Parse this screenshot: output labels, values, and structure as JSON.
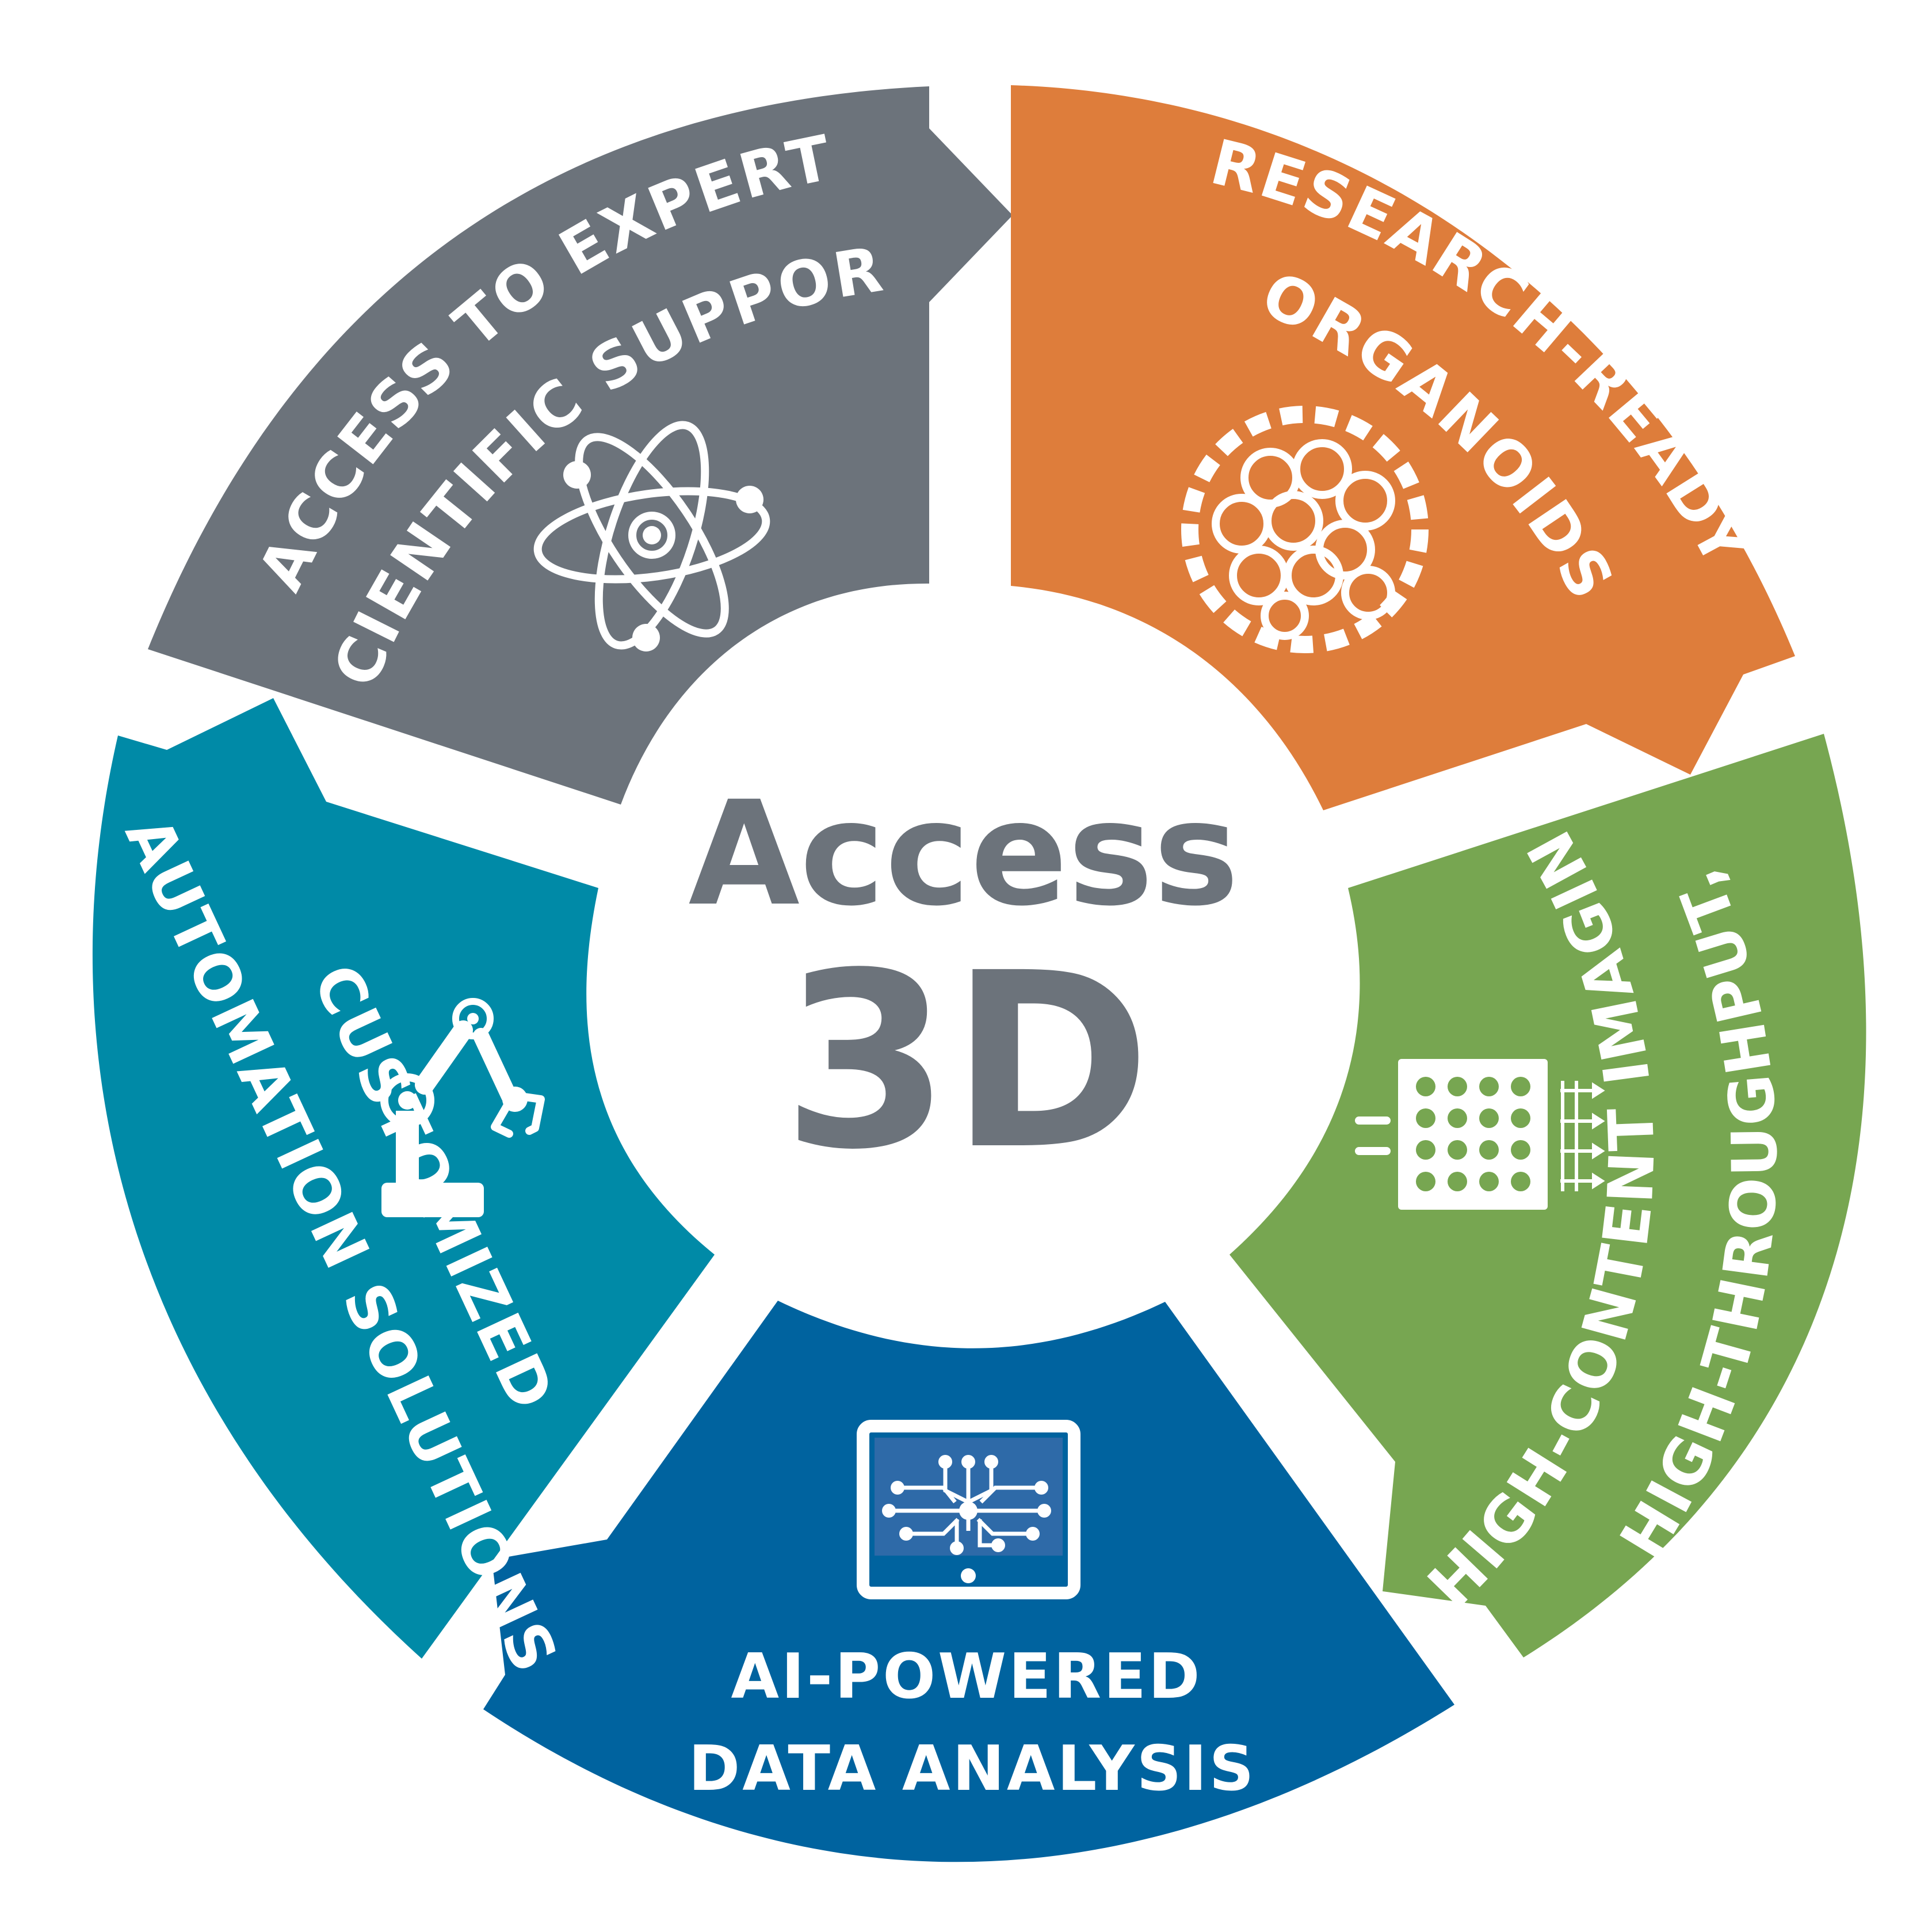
{
  "center": {
    "line1": "Access",
    "line2": "3D",
    "color": "#6c737b"
  },
  "segments": [
    {
      "id": "expert-support",
      "line1": "ACCESS TO EXPERT",
      "line2": "SCIENTIFIC SUPPORT",
      "color": "#6c737b",
      "icon": "atom-icon"
    },
    {
      "id": "organoids",
      "line1": "RESEARCH-READY",
      "line2": "ORGANOIDS",
      "color": "#de7d3b",
      "icon": "organoid-icon"
    },
    {
      "id": "imaging",
      "line1": "HIGH-THROUGHPUT,",
      "line2": "HIGH-CONTENT IMAGING",
      "color": "#77a651",
      "icon": "well-plate-icon"
    },
    {
      "id": "data-analysis",
      "line1": "AI-POWERED",
      "line2": "DATA ANALYSIS",
      "color": "#00639f",
      "icon": "circuit-monitor-icon"
    },
    {
      "id": "automation",
      "line1": "CUSTOMIZED",
      "line2": "AUTOMATION SOLUTIONS",
      "color": "#008aa7",
      "icon": "robot-arm-icon"
    }
  ],
  "icon_colors": {
    "monitor_screen": "#2e6aa8"
  }
}
